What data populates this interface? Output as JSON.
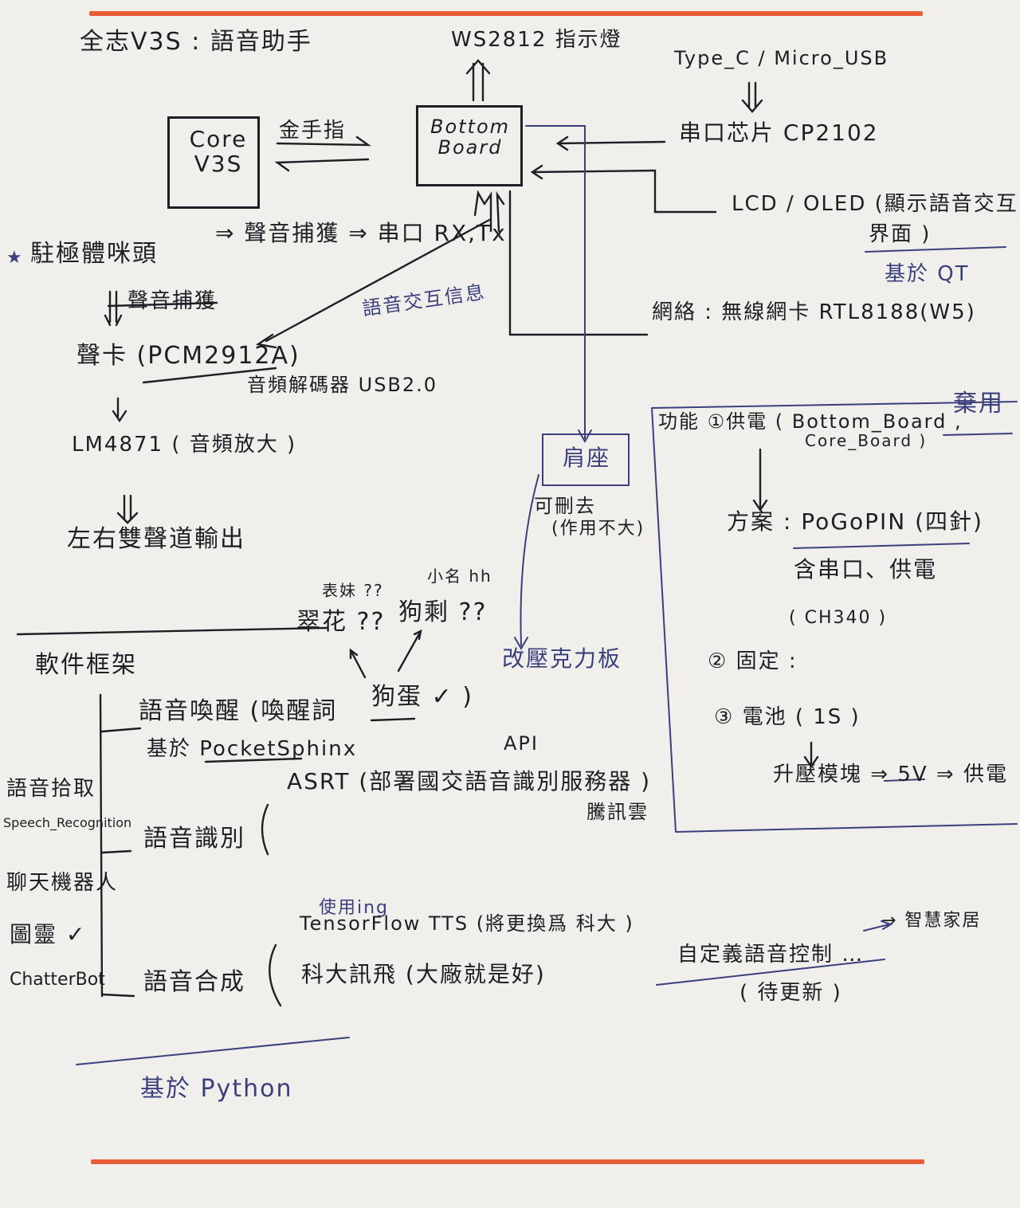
{
  "title": "全志V3S : 語音助手",
  "colors": {
    "ink": "#1e1e24",
    "blue_ink": "#3b3f7c",
    "rule": "#e85d35",
    "paper": "#f1efec"
  },
  "hardware": {
    "core_box": "Core V3S",
    "gold_finger": "金手指",
    "bottom_box": "Bottom Board",
    "ws2812": "WS2812 指示燈",
    "typec": "Type_C / Micro_USB",
    "serial_chip": "串口芯片 CP2102",
    "lcd": "LCD / OLED (顯示語音交互",
    "lcd2": "界面 )",
    "qt": "基於 QT",
    "wifi": "網絡 : 無線網卡 RTL8188(W5)",
    "mic": "駐極體咪頭",
    "capture": "⇒ 聲音捕獲 ⇒ 串口 RX,Tx",
    "capture_struck": "聲音捕獲",
    "soundcard": "聲卡 (PCM2912A)",
    "codec": "音頻解碼器 USB2.0",
    "voice_info": "語音交互信息",
    "amp": "LM4871 ( 音頻放大 )",
    "stereo": "左右雙聲道輸出",
    "seat": "肩座",
    "removable": "可刪去",
    "removable2": "(作用不大)",
    "acrylic": "改壓克力板"
  },
  "abandoned": {
    "tag": "棄用",
    "power_title": "功能 ①供電 ( Bottom_Board ,",
    "power_title2": "Core_Board )",
    "scheme": "方案 : PoGoPIN (四針)",
    "serial_power": "含串口、供電",
    "ch340": "( CH340 )",
    "fixed": "② 固定 :",
    "battery": "③ 電池 ( 1S )",
    "boost": "升壓模塊 ⇒ 5V ⇒ 供電"
  },
  "software": {
    "heading": "軟件框架",
    "wakeup": "語音喚醒 (喚醒詞",
    "wakeword": "狗蛋 ✓ )",
    "name1": "翠花 ??",
    "name1_note": "表妹 ??",
    "name2": "狗剩 ??",
    "name2_note": "小名 hh",
    "pocketsphinx": "基於 PocketSphinx",
    "recognition": "語音識別",
    "asrt": "ASRT (部署國交語音識別服務器 )",
    "api": "API",
    "tencent": "騰訊雲",
    "synthesis": "語音合成",
    "in_use": "使用ing",
    "tts": "TensorFlow TTS (將更換爲 科大 )",
    "iflytek": "科大訊飛 (大廠就是好)",
    "left_label1": "語音拾取",
    "left_label2": "Speech_Recognition",
    "left_label3": "聊天機器人",
    "left_label4": "圖靈 ✓",
    "left_label5": "ChatterBot",
    "python": "基於 Python",
    "custom": "自定義語音控制 …",
    "smart_home": "→ 智慧家居",
    "tbd": "( 待更新 )"
  }
}
